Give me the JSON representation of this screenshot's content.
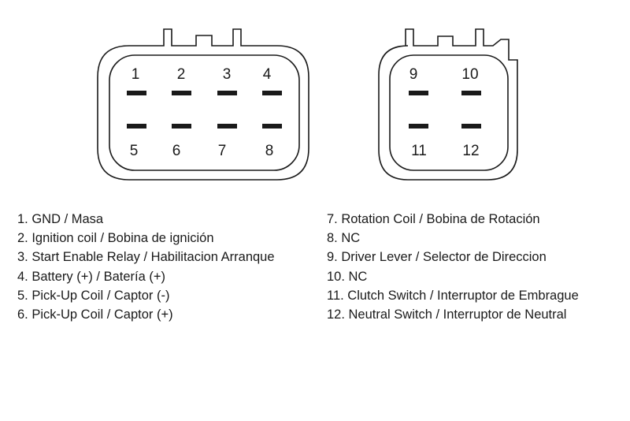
{
  "connector_left": {
    "pins_top": [
      "1",
      "2",
      "3",
      "4"
    ],
    "pins_bottom": [
      "5",
      "6",
      "7",
      "8"
    ]
  },
  "connector_right": {
    "pins_top": [
      "9",
      "10"
    ],
    "pins_bottom": [
      "11",
      "12"
    ]
  },
  "legend": {
    "left": [
      "1. GND / Masa",
      "2. Ignition coil / Bobina de ignición",
      "3. Start Enable Relay / Habilitacion Arranque",
      "4. Battery (+) / Batería (+)",
      "5. Pick-Up Coil / Captor (-)",
      "6. Pick-Up Coil / Captor (+)"
    ],
    "right": [
      "7. Rotation Coil / Bobina de Rotación",
      "8. NC",
      "9. Driver Lever / Selector de Direccion",
      "10. NC",
      "11. Clutch Switch / Interruptor de Embrague",
      "12. Neutral Switch / Interruptor de Neutral"
    ]
  }
}
